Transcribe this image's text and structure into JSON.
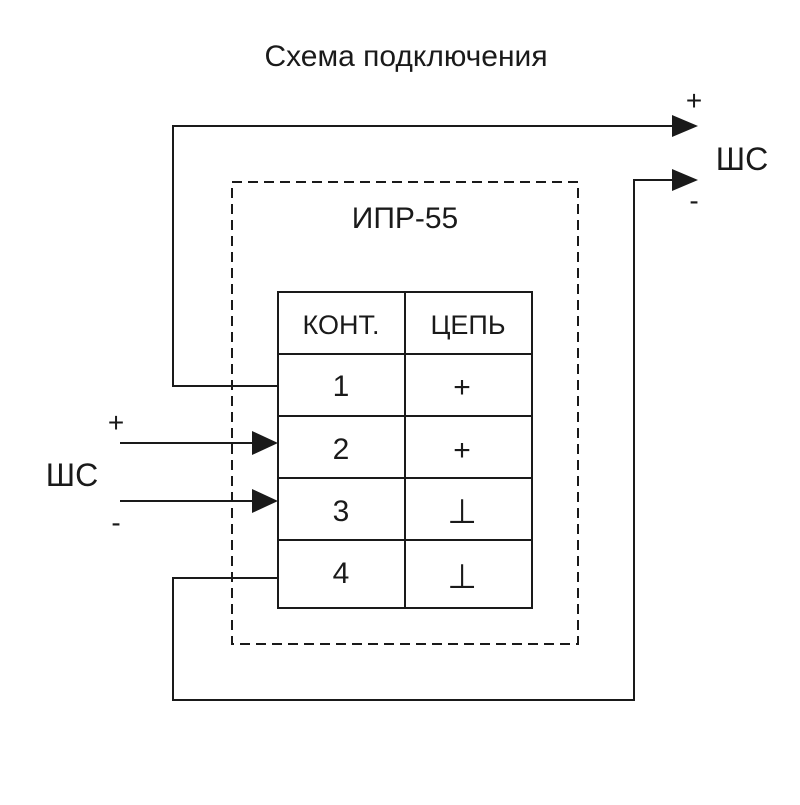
{
  "title": "Схема подключения",
  "device": {
    "name": "ИПР-55"
  },
  "table": {
    "headers": [
      "КОНТ.",
      "ЦЕПЬ"
    ],
    "rows": [
      {
        "contact": "1",
        "circuit": "+"
      },
      {
        "contact": "2",
        "circuit": "+"
      },
      {
        "contact": "3",
        "circuit": "⊥"
      },
      {
        "contact": "4",
        "circuit": "⊥"
      }
    ]
  },
  "loop_in": {
    "label": "ШС",
    "plus": "+",
    "minus": "-"
  },
  "loop_out": {
    "label": "ШС",
    "plus": "+",
    "minus": "-"
  },
  "colors": {
    "line": "#1a1a1a",
    "background": "#ffffff"
  }
}
